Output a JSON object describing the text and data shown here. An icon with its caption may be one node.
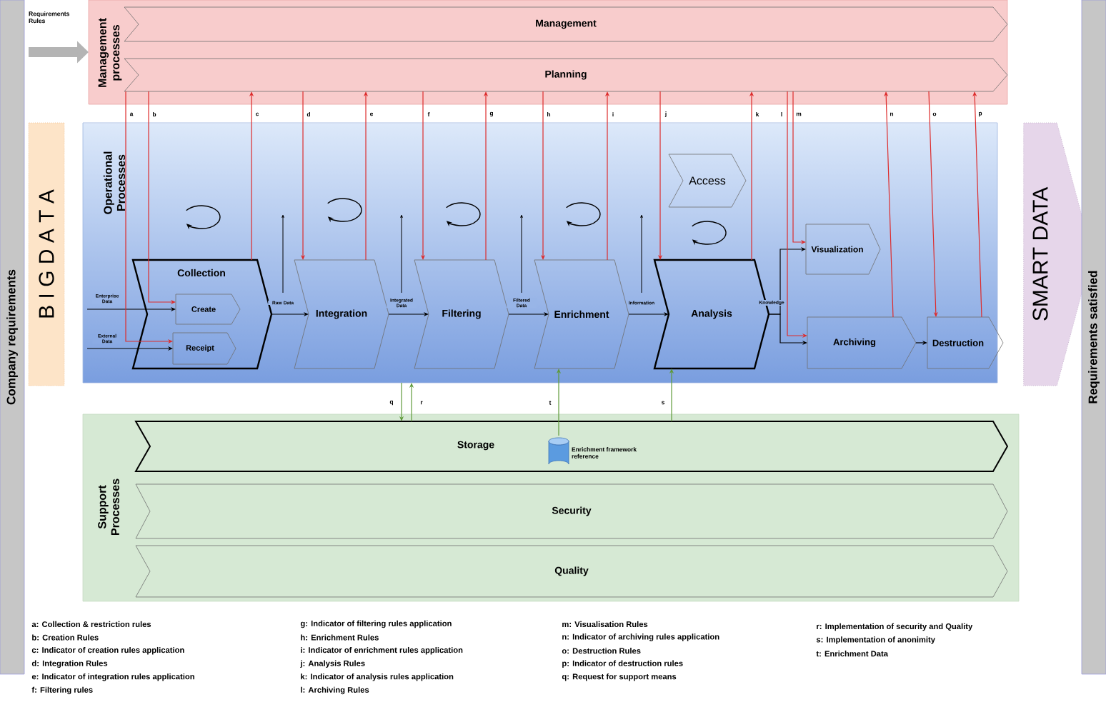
{
  "diagram": {
    "nodes": [
      {
        "text": [
          "Management processes"
        ]
      },
      {
        "text": [
          "Management"
        ],
        "in": 0
      },
      {
        "text": [
          "Planning"
        ],
        "in": 0
      },
      {
        "text": [
          "Operational Processes"
        ]
      },
      {
        "text": [
          "Access"
        ],
        "in": 3
      },
      {
        "text": [
          "Collection"
        ],
        "in": 3
      },
      {
        "text": [
          "Create"
        ],
        "in": 5
      },
      {
        "text": [
          "Receipt"
        ],
        "in": 5
      },
      {
        "text": [
          "Integration"
        ],
        "in": 3
      },
      {
        "text": [
          "Filtering"
        ],
        "in": 3
      },
      {
        "text": [
          "Enrichment"
        ],
        "in": 3
      },
      {
        "text": [
          "Analysis"
        ],
        "in": 3
      },
      {
        "text": [
          "Visualization"
        ],
        "in": 3
      },
      {
        "text": [
          "Archiving"
        ],
        "in": 3
      },
      {
        "text": [
          "Destruction"
        ],
        "in": 3
      },
      {
        "text": [
          "Support Processes"
        ]
      },
      {
        "text": [
          "Storage"
        ],
        "in": 15
      },
      {
        "text": [
          "Security"
        ],
        "in": 15
      },
      {
        "text": [
          "Quality"
        ],
        "in": 15
      },
      {
        "text": [
          "Enrichment framework reference"
        ],
        "in": 16
      },
      {
        "text": [
          "Requirements Rules"
        ]
      },
      {
        "text": [
          "B I G D A T A"
        ]
      },
      {
        "text": [
          "SMART DATA"
        ]
      },
      {
        "text": [
          "Company requirements"
        ]
      },
      {
        "text": [
          "Requirements satisfied"
        ]
      }
    ],
    "edges": [
      {
        "from": 20,
        "to": 0,
        "arrow": "to",
        "style": "thick",
        "color": "#b4b4b4"
      },
      {
        "from": null,
        "to": 6,
        "arrow": "to",
        "label": "Enterprise Data",
        "color": "#000000"
      },
      {
        "from": null,
        "to": 7,
        "arrow": "to",
        "label": "External Data",
        "color": "#000000"
      },
      {
        "from": 5,
        "to": 8,
        "arrow": "to",
        "label": "Raw Data",
        "color": "#000000"
      },
      {
        "from": 8,
        "to": 9,
        "arrow": "to",
        "label": "Integrated Data",
        "color": "#000000"
      },
      {
        "from": 9,
        "to": 10,
        "arrow": "to",
        "label": "Filtered Data",
        "color": "#000000"
      },
      {
        "from": 10,
        "to": 11,
        "arrow": "to",
        "label": "Information",
        "color": "#000000"
      },
      {
        "from": 11,
        "to": 12,
        "arrow": "to",
        "label": "Knowledge",
        "color": "#000000"
      },
      {
        "from": 11,
        "to": 13,
        "arrow": "to",
        "color": "#000000"
      },
      {
        "from": 13,
        "to": 14,
        "arrow": "to",
        "color": "#000000"
      },
      {
        "from": 2,
        "to": 7,
        "arrow": "to",
        "label": "a"
      },
      {
        "from": 2,
        "to": 6,
        "arrow": "to",
        "label": "b"
      },
      {
        "from": 5,
        "to": 2,
        "arrow": "to",
        "label": "c"
      },
      {
        "from": 2,
        "to": 8,
        "arrow": "to",
        "label": "d"
      },
      {
        "from": 8,
        "to": 2,
        "arrow": "to",
        "label": "e"
      },
      {
        "from": 2,
        "to": 9,
        "arrow": "to",
        "label": "f"
      },
      {
        "from": 9,
        "to": 2,
        "arrow": "to",
        "label": "g"
      },
      {
        "from": 2,
        "to": 10,
        "arrow": "to",
        "label": "h"
      },
      {
        "from": 10,
        "to": 2,
        "arrow": "to",
        "label": "i"
      },
      {
        "from": 2,
        "to": 11,
        "arrow": "to",
        "label": "j"
      },
      {
        "from": 11,
        "to": 2,
        "arrow": "to",
        "label": "k"
      },
      {
        "from": 2,
        "to": 13,
        "arrow": "to",
        "label": "l"
      },
      {
        "from": 2,
        "to": 12,
        "arrow": "to",
        "label": "m"
      },
      {
        "from": 13,
        "to": 2,
        "arrow": "to",
        "label": "n"
      },
      {
        "from": 2,
        "to": 14,
        "arrow": "to",
        "label": "o"
      },
      {
        "from": 14,
        "to": 2,
        "arrow": "to",
        "label": "p"
      },
      {
        "from": 3,
        "to": 16,
        "arrow": "to",
        "label": "q",
        "color": "#5f9a3a"
      },
      {
        "from": 16,
        "to": 3,
        "arrow": "to",
        "label": "r",
        "color": "#5f9a3a"
      },
      {
        "from": 16,
        "to": 11,
        "arrow": "to",
        "label": "s",
        "color": "#5f9a3a"
      },
      {
        "from": 19,
        "to": 10,
        "arrow": "to",
        "label": "t",
        "color": "#5f9a3a"
      }
    ],
    "labels": [
      "a: Collection & restriction rules",
      "b: Creation Rules",
      "c: Indicator of creation rules application",
      "d: Integration Rules",
      "e: Indicator of integration rules application",
      "f: Filtering rules",
      "g: Indicator of filtering rules application",
      "h: Enrichment Rules",
      "i: Indicator of enrichment rules application",
      "j: Analysis Rules",
      "k: Indicator of analysis rules application",
      "l: Archiving Rules",
      "m: Visualisation Rules",
      "n: Indicator of archiving rules application",
      "o: Destruction Rules",
      "p: Indicator of destruction rules",
      "q: Request for support means",
      "r: Implementation of security and Quality",
      "s: Implementation of anonimity",
      "t: Enrichment Data"
    ]
  }
}
